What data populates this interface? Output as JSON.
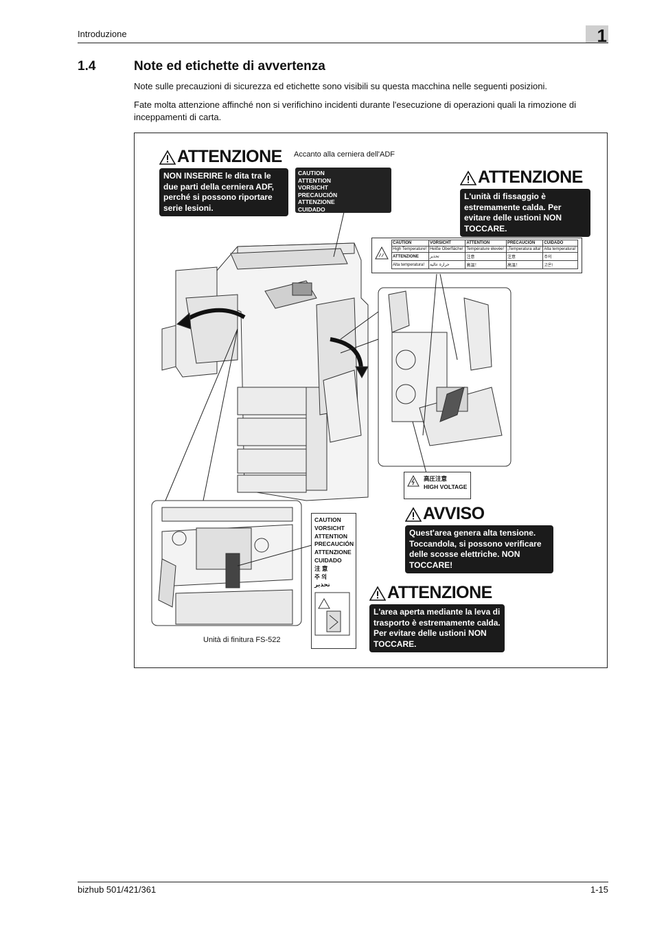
{
  "header": {
    "section_name": "Introduzione",
    "chapter_number": "1"
  },
  "section": {
    "number": "1.4",
    "title": "Note ed etichette di avvertenza",
    "para1": "Note sulle precauzioni di sicurezza ed etichette sono visibili su questa macchina nelle seguenti posizioni.",
    "para2": "Fate molta attenzione affinché non si verifichino incidenti durante l'esecuzione di operazioni quali la rimozione di inceppamenti di carta."
  },
  "figure": {
    "adf_note": "Accanto alla cerniera dell'ADF",
    "finisher_note": "Unità di finitura FS-522",
    "warning1": {
      "title": "ATTENZIONE",
      "text": "NON INSERIRE le dita tra le due parti della cerniera ADF, perché si possono riportare serie lesioni."
    },
    "warning2": {
      "title": "ATTENZIONE",
      "text": "L'unità di fissaggio è estremamente calda. Per evitare delle ustioni NON TOCCARE."
    },
    "warning3": {
      "title": "AVVISO",
      "text": "Quest'area genera alta tensione. Toccandola, si possono verificare delle scosse elettriche. NON TOCCARE!"
    },
    "warning4": {
      "title": "ATTENZIONE",
      "text": "L'area aperta mediante la leva di trasporto è estremamente calda. Per evitare delle ustioni NON TOCCARE."
    },
    "adf_label_lines": [
      "CAUTION",
      "ATTENTION",
      "VORSICHT",
      "PRECAUCIÓN",
      "ATTENZIONE",
      "CUIDADO"
    ],
    "hv_label": {
      "line1": "高圧注意",
      "line2": "HIGH VOLTAGE"
    },
    "temp_table": {
      "row1": [
        "CAUTION",
        "VORSICHT",
        "ATTENTION",
        "PRECAUCIÓN",
        "CUIDADO"
      ],
      "row2": [
        "High Temperature!",
        "Heiße Oberfläche!",
        "Température élevée!",
        "¡Temperatura alta!",
        "Alta temperatura!"
      ],
      "row3": [
        "ATTENZIONE",
        "تحذير",
        "注意",
        "注意",
        "주의"
      ],
      "row4": [
        "Alta temperatura!",
        "حرارة عالية",
        "高温！",
        "高温！",
        "고온!"
      ]
    },
    "finisher_label_lines": [
      "CAUTION",
      "VORSICHT",
      "ATTENTION",
      "PRECAUCIÓN",
      "ATTENZIONE",
      "CUIDADO",
      "注 意",
      "주 의",
      "تحذير"
    ]
  },
  "footer": {
    "model": "bizhub 501/421/361",
    "page": "1-15"
  }
}
